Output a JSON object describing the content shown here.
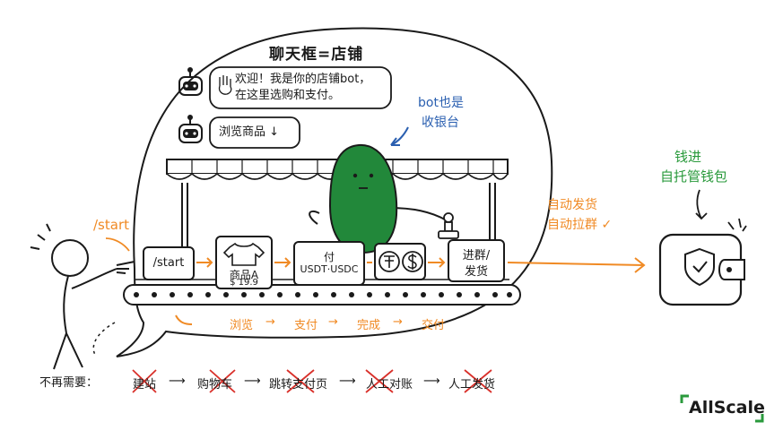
{
  "title": "聊天框=店铺",
  "bot_messages": {
    "welcome_line1": "欢迎！我是你的店铺bot，",
    "welcome_line2": "在这里选购和支付。",
    "browse": "浏览商品 ↓"
  },
  "cashier_note_line1": "bot也是",
  "cashier_note_line2": "收银台",
  "start_command": "/start",
  "conveyor_boxes": {
    "start": "/start",
    "product_line1": "商品A",
    "product_line2": "$ 19.9",
    "pay_line1": "付",
    "pay_line2": "USDT·USDC",
    "join_line1": "进群/",
    "join_line2": "发货"
  },
  "auto_line1": "自动发货",
  "auto_line2": "自动拉群 ✓",
  "wallet_line1": "钱进",
  "wallet_line2": "自托管钱包",
  "flow_steps": [
    "浏览",
    "→",
    "支付",
    "→",
    "完成",
    "→",
    "交付"
  ],
  "no_longer_label": "不再需要：",
  "no_longer_items": [
    "建站",
    "购物车",
    "跳转支付页",
    "人工对账",
    "人工发货"
  ],
  "brand": "AllScale",
  "colors": {
    "orange": "#f08a24",
    "green": "#2a9a3c",
    "bot_green": "#22883a",
    "cross_red": "#d9302a",
    "blue": "#2a5fb0"
  }
}
